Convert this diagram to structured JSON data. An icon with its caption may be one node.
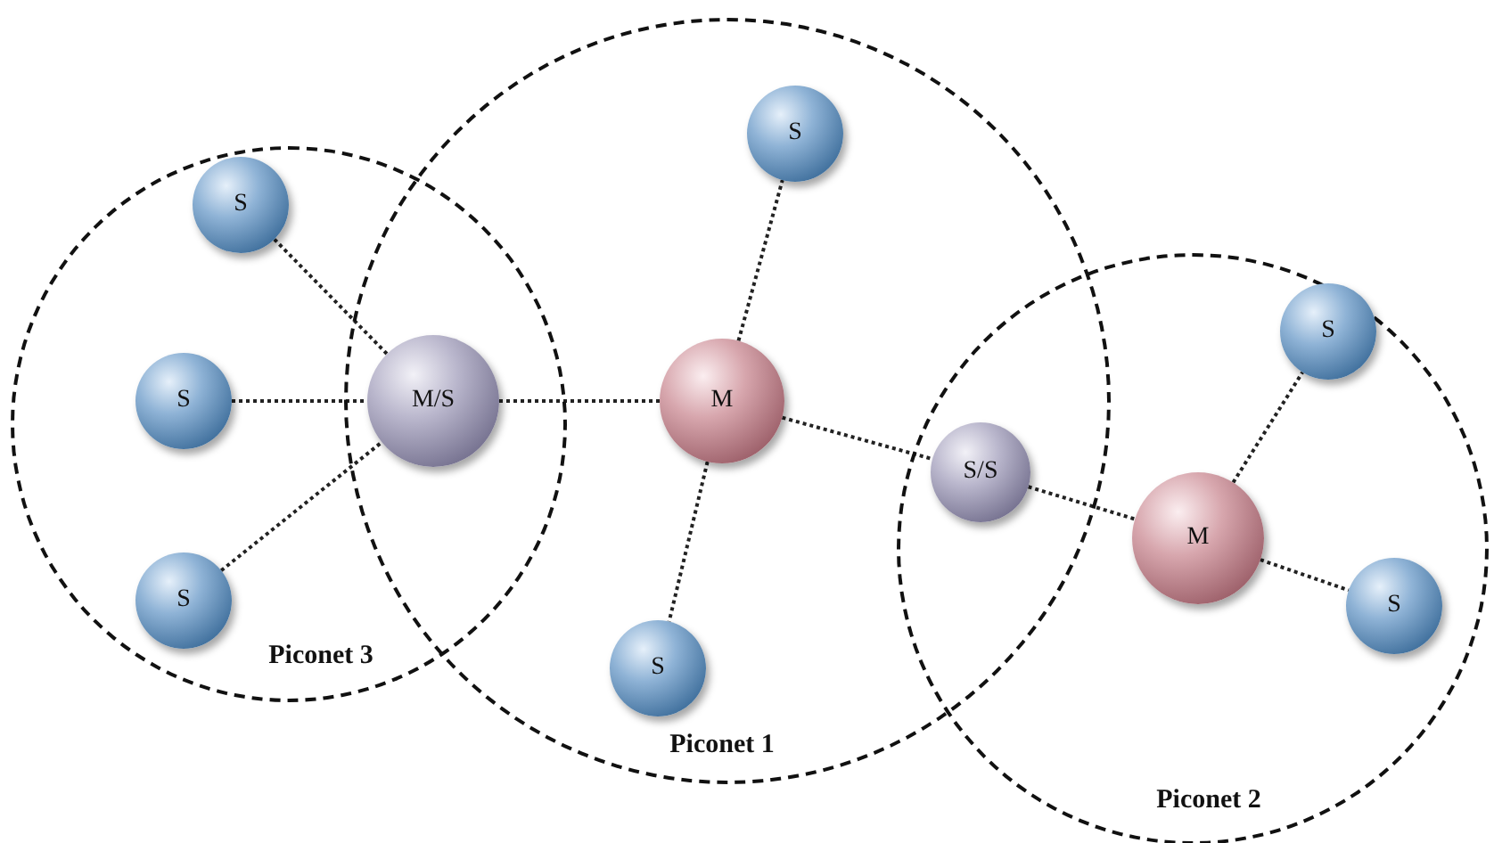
{
  "diagram": {
    "nodes": [
      {
        "text": [
          "Piconet 3"
        ]
      },
      {
        "text": [
          "Piconet 1"
        ]
      },
      {
        "text": [
          "Piconet 2"
        ]
      },
      {
        "text": [
          "S"
        ],
        "in": 0
      },
      {
        "text": [
          "S"
        ],
        "in": 0
      },
      {
        "text": [
          "M/S"
        ]
      },
      {
        "text": [
          "M"
        ],
        "in": 1
      },
      {
        "text": [
          "S"
        ],
        "in": 1
      },
      {
        "text": [
          "S/S"
        ]
      },
      {
        "text": [
          "M"
        ],
        "in": 2
      },
      {
        "text": [
          "S"
        ],
        "in": 2
      },
      {
        "text": [
          "S"
        ],
        "in": 0
      },
      {
        "text": [
          "S"
        ],
        "in": 1
      },
      {
        "text": [
          "S"
        ],
        "in": 2
      }
    ],
    "edges": [
      {
        "from": 3,
        "to": 5,
        "arrow": "none"
      },
      {
        "from": 4,
        "to": 5,
        "arrow": "none"
      },
      {
        "from": 11,
        "to": 5,
        "arrow": "none"
      },
      {
        "from": 5,
        "to": 6,
        "arrow": "none"
      },
      {
        "from": 6,
        "to": 7,
        "arrow": "none"
      },
      {
        "from": 6,
        "to": 12,
        "arrow": "none"
      },
      {
        "from": 6,
        "to": 8,
        "arrow": "none"
      },
      {
        "from": 8,
        "to": 9,
        "arrow": "none"
      },
      {
        "from": 9,
        "to": 10,
        "arrow": "none"
      },
      {
        "from": 9,
        "to": 13,
        "arrow": "none"
      }
    ]
  }
}
